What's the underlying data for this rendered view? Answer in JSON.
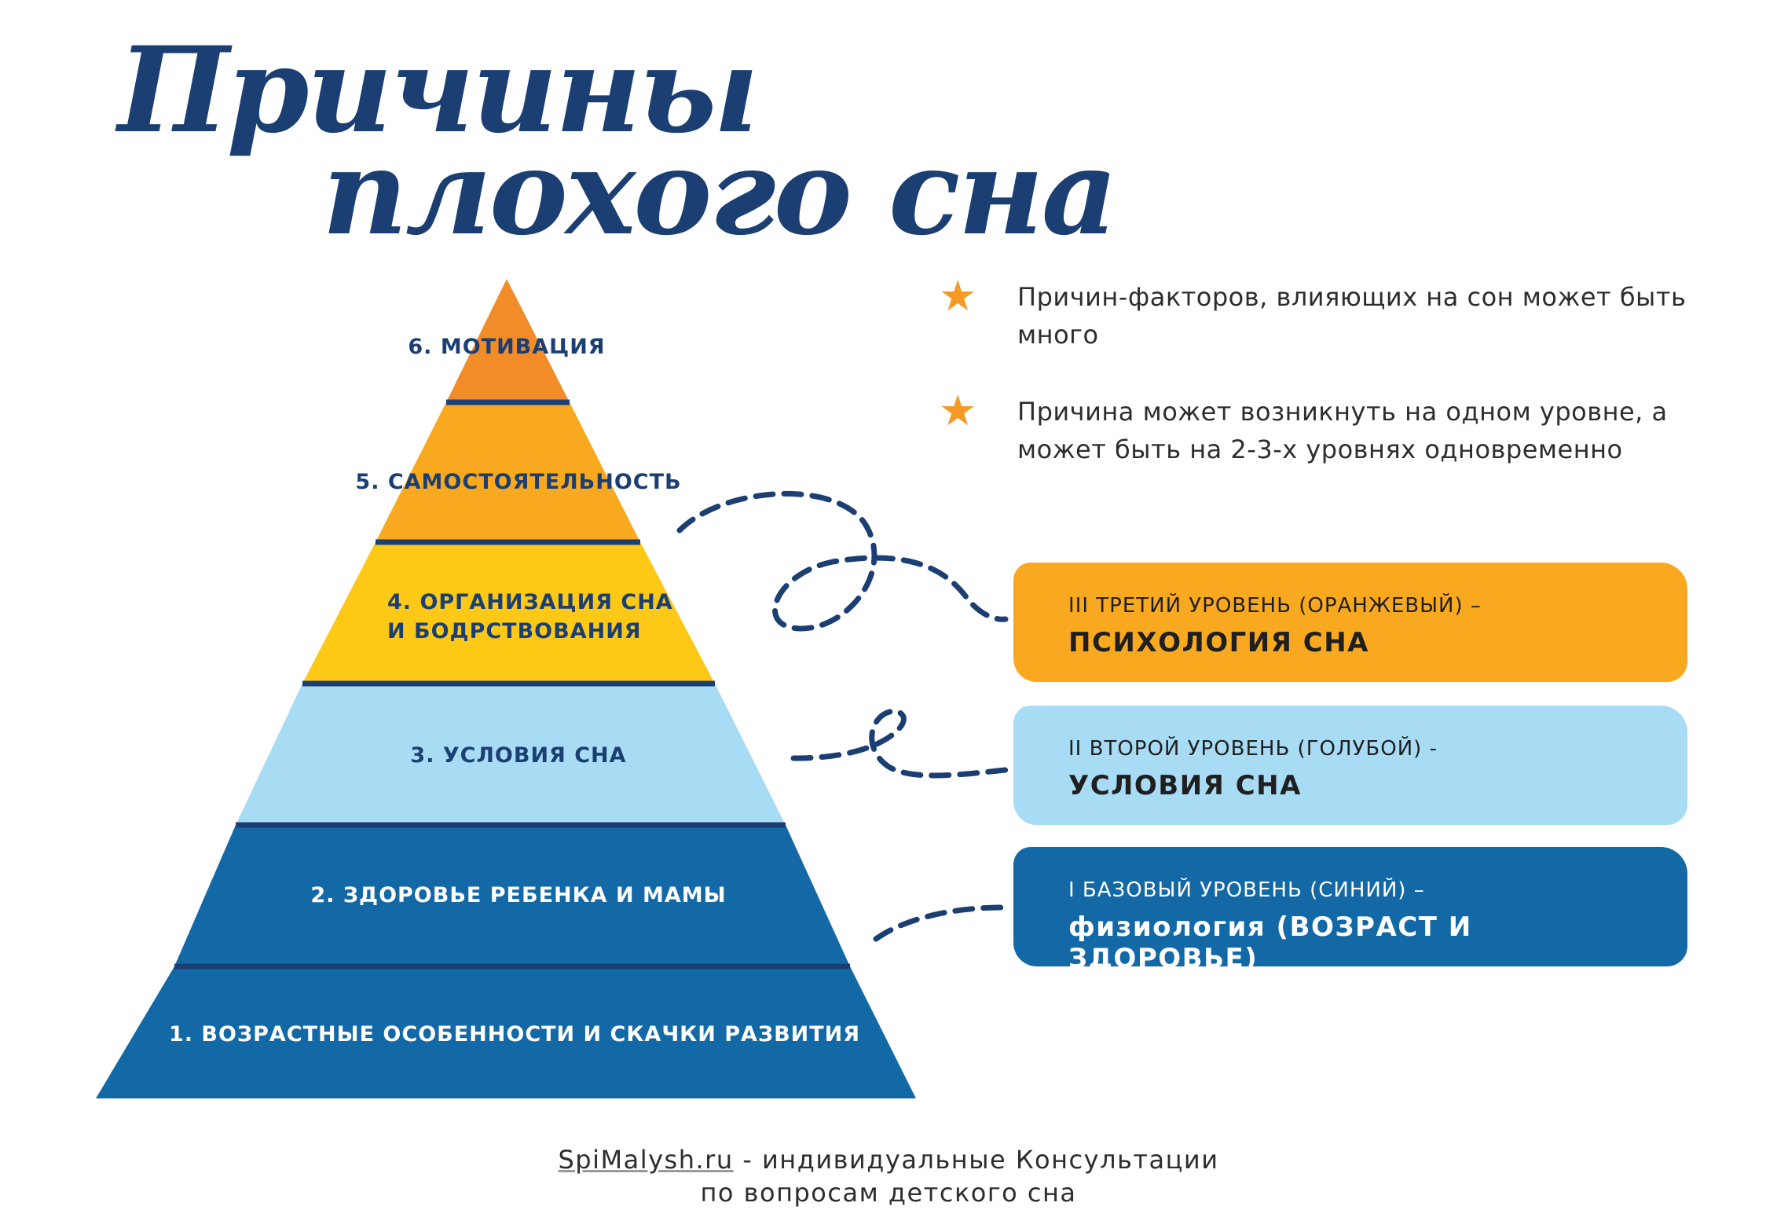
{
  "title": {
    "line1": "Причины",
    "line2": "плохого сна"
  },
  "pyramid": {
    "levels": [
      {
        "label": "1. ВОЗРАСТНЫЕ ОСОБЕННОСТИ И СКАЧКИ РАЗВИТИЯ",
        "color": "#1369a6",
        "text_color": "#ffffff"
      },
      {
        "label": "2. ЗДОРОВЬЕ РЕБЕНКА И МАМЫ",
        "color": "#1369a6",
        "text_color": "#ffffff"
      },
      {
        "label": "3. УСЛОВИЯ СНА",
        "color": "#a8dcf5",
        "text_color": "#1b3f73"
      },
      {
        "label_line1": "4. ОРГАНИЗАЦИЯ СНА",
        "label_line2": "И БОДРСТВОВАНИЯ",
        "color": "#fdc816",
        "text_color": "#1b3f73"
      },
      {
        "label": "5. САМОСТОЯТЕЛЬНОСТЬ",
        "color": "#f9a91f",
        "text_color": "#1b3f73"
      },
      {
        "label": "6. МОТИВАЦИЯ",
        "color": "#f28c28",
        "text_color": "#1b3f73"
      }
    ],
    "divider_color": "#1b3f73"
  },
  "bullets": [
    {
      "icon": "star-icon",
      "text": "Причин-факторов, влияющих на сон может быть много"
    },
    {
      "icon": "star-icon",
      "text": "Причина может возникнуть на одном уровне, а может быть на 2-3-х уровнях одновременно"
    }
  ],
  "cards": [
    {
      "small": "III ТРЕТИЙ УРОВЕНЬ (ОРАНЖЕВЫЙ) –",
      "big": "ПСИХОЛОГИЯ СНА",
      "color": "#f9a91f",
      "text_color": "#1f1f1f"
    },
    {
      "small": "II ВТОРОЙ УРОВЕНЬ (ГОЛУБОЙ) -",
      "big": "УСЛОВИЯ СНА",
      "color": "#a8dcf5",
      "text_color": "#1f1f1f"
    },
    {
      "small": "I БАЗОВЫЙ УРОВЕНЬ (СИНИЙ)  –",
      "big": "физиология (ВОЗРАСТ И ЗДОРОВЬЕ)",
      "color": "#1369a6",
      "text_color": "#ffffff"
    }
  ],
  "footer": {
    "site": "SpiMalysh.ru",
    "line1_rest": " - индивидуальные Консультации",
    "line2": "по вопросам детского сна"
  },
  "colors": {
    "title": "#1b3f73",
    "star": "#f59a25",
    "connector": "#1b3f73"
  }
}
